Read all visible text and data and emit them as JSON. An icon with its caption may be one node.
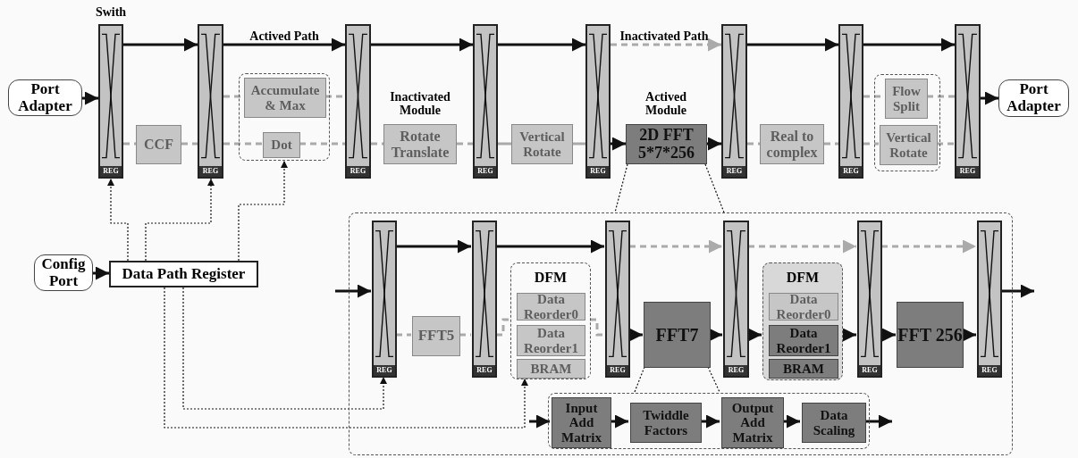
{
  "diagram": {
    "nodes": [
      {
        "text": [
          "Port Adapter"
        ]
      },
      {
        "text": [
          "REG"
        ],
        "beside": [
          "Swith"
        ]
      },
      {
        "text": [
          "CCF"
        ]
      },
      {
        "text": [
          "REG"
        ]
      },
      {
        "text": [],
        "shape": "box"
      },
      {
        "text": [
          "Accumulate & Max"
        ],
        "in": 4
      },
      {
        "text": [
          "Dot"
        ],
        "in": 4
      },
      {
        "text": [
          "REG"
        ]
      },
      {
        "text": [
          "Rotate Translate"
        ],
        "beside": [
          "Inactivated Module"
        ]
      },
      {
        "text": [
          "REG"
        ]
      },
      {
        "text": [
          "Vertical Rotate"
        ]
      },
      {
        "text": [
          "REG"
        ]
      },
      {
        "text": [
          "2D FFT 5*7*256"
        ],
        "beside": [
          "Actived Module"
        ]
      },
      {
        "text": [
          "REG"
        ]
      },
      {
        "text": [
          "Real to complex"
        ]
      },
      {
        "text": [
          "REG"
        ]
      },
      {
        "text": [],
        "shape": "box"
      },
      {
        "text": [
          "Flow Split"
        ],
        "in": 16
      },
      {
        "text": [
          "Vertical Rotate"
        ],
        "in": 16
      },
      {
        "text": [
          "REG"
        ]
      },
      {
        "text": [
          "Port Adapter"
        ]
      },
      {
        "text": [
          "Config Port"
        ]
      },
      {
        "text": [
          "Data Path Register"
        ]
      },
      {
        "text": [],
        "shape": "box"
      },
      {
        "text": [
          "REG"
        ],
        "in": 23
      },
      {
        "text": [
          "FFT5"
        ],
        "in": 23
      },
      {
        "text": [
          "REG"
        ],
        "in": 23
      },
      {
        "text": [
          "DFM"
        ],
        "in": 23
      },
      {
        "text": [
          "Data Reorder0"
        ],
        "in": 27
      },
      {
        "text": [
          "Data Reorder1"
        ],
        "in": 27
      },
      {
        "text": [
          "BRAM"
        ],
        "in": 27
      },
      {
        "text": [
          "REG"
        ],
        "in": 23
      },
      {
        "text": [
          "FFT7"
        ],
        "in": 23
      },
      {
        "text": [
          "REG"
        ],
        "in": 23
      },
      {
        "text": [
          "DFM"
        ],
        "in": 23
      },
      {
        "text": [
          "Data Reorder0"
        ],
        "in": 34
      },
      {
        "text": [
          "Data Reorder1"
        ],
        "in": 34
      },
      {
        "text": [
          "BRAM"
        ],
        "in": 34
      },
      {
        "text": [
          "REG"
        ],
        "in": 23
      },
      {
        "text": [
          "FFT 256"
        ],
        "in": 23
      },
      {
        "text": [
          "REG"
        ],
        "in": 23
      },
      {
        "text": [],
        "shape": "box",
        "in": 23
      },
      {
        "text": [
          "Input Add Matrix"
        ],
        "in": 41
      },
      {
        "text": [
          "Twiddle Factors"
        ],
        "in": 41
      },
      {
        "text": [
          "Output Add Matrix"
        ],
        "in": 41
      },
      {
        "text": [
          "Data Scaling"
        ],
        "in": 41
      }
    ],
    "edges": [
      {
        "from": 0,
        "to": 1,
        "arrow": "to"
      },
      {
        "from": 1,
        "to": 3,
        "arrow": "to"
      },
      {
        "from": 3,
        "to": 7,
        "arrow": "to",
        "label": "Actived Path"
      },
      {
        "from": 7,
        "to": 9,
        "arrow": "to"
      },
      {
        "from": 9,
        "to": 11,
        "arrow": "to"
      },
      {
        "from": 11,
        "to": 13,
        "arrow": "to",
        "label": "Inactivated Path",
        "style": "dashed",
        "color": "#aaaaaa"
      },
      {
        "from": 13,
        "to": 15,
        "arrow": "to"
      },
      {
        "from": 15,
        "to": 19,
        "arrow": "to"
      },
      {
        "from": 19,
        "to": 20,
        "arrow": "to"
      },
      {
        "from": 1,
        "to": 2,
        "arrow": "none",
        "style": "dashed",
        "color": "#aaaaaa"
      },
      {
        "from": 2,
        "to": 3,
        "arrow": "none",
        "style": "dashed",
        "color": "#aaaaaa"
      },
      {
        "from": 3,
        "to": 5,
        "arrow": "none",
        "style": "dashed",
        "color": "#aaaaaa"
      },
      {
        "from": 5,
        "to": 7,
        "arrow": "none",
        "style": "dashed",
        "color": "#aaaaaa"
      },
      {
        "from": 3,
        "to": 6,
        "arrow": "none",
        "style": "dashed",
        "color": "#aaaaaa"
      },
      {
        "from": 6,
        "to": 7,
        "arrow": "none",
        "style": "dashed",
        "color": "#aaaaaa"
      },
      {
        "from": 7,
        "to": 8,
        "arrow": "none",
        "style": "dashed",
        "color": "#aaaaaa"
      },
      {
        "from": 8,
        "to": 9,
        "arrow": "none",
        "style": "dashed",
        "color": "#aaaaaa"
      },
      {
        "from": 9,
        "to": 10,
        "arrow": "none",
        "color": "#aaaaaa"
      },
      {
        "from": 10,
        "to": 11,
        "arrow": "none",
        "color": "#aaaaaa"
      },
      {
        "from": 11,
        "to": 12,
        "arrow": "to"
      },
      {
        "from": 12,
        "to": 13,
        "arrow": "to"
      },
      {
        "from": 13,
        "to": 14,
        "arrow": "none",
        "style": "dashed",
        "color": "#aaaaaa"
      },
      {
        "from": 14,
        "to": 15,
        "arrow": "none",
        "style": "dashed",
        "color": "#aaaaaa"
      },
      {
        "from": 15,
        "to": 17,
        "arrow": "none",
        "style": "dashed",
        "color": "#aaaaaa"
      },
      {
        "from": 17,
        "to": 19,
        "arrow": "none",
        "style": "dashed",
        "color": "#aaaaaa"
      },
      {
        "from": 15,
        "to": 18,
        "arrow": "none",
        "style": "dashed",
        "color": "#aaaaaa"
      },
      {
        "from": 18,
        "to": 19,
        "arrow": "none",
        "style": "dashed",
        "color": "#aaaaaa"
      },
      {
        "from": 21,
        "to": 22,
        "arrow": "to"
      },
      {
        "from": 22,
        "to": 1,
        "arrow": "to",
        "style": "dashed"
      },
      {
        "from": 22,
        "to": 3,
        "arrow": "to",
        "style": "dashed"
      },
      {
        "from": 22,
        "to": 4,
        "arrow": "to",
        "style": "dashed"
      },
      {
        "from": 22,
        "to": 24,
        "arrow": "to",
        "style": "dashed"
      },
      {
        "from": 22,
        "to": 27,
        "arrow": "to",
        "style": "dashed"
      },
      {
        "from": null,
        "to": 24,
        "arrow": "to"
      },
      {
        "from": 24,
        "to": 26,
        "arrow": "to"
      },
      {
        "from": 26,
        "to": 31,
        "arrow": "to"
      },
      {
        "from": 31,
        "to": 33,
        "arrow": "to",
        "style": "dashed",
        "color": "#aaaaaa"
      },
      {
        "from": 33,
        "to": 38,
        "arrow": "to",
        "style": "dashed",
        "color": "#aaaaaa"
      },
      {
        "from": 38,
        "to": 40,
        "arrow": "to",
        "style": "dashed",
        "color": "#aaaaaa"
      },
      {
        "from": 40,
        "to": null,
        "arrow": "to"
      },
      {
        "from": 24,
        "to": 25,
        "arrow": "none",
        "style": "dashed",
        "color": "#aaaaaa"
      },
      {
        "from": 25,
        "to": 26,
        "arrow": "none",
        "style": "dashed",
        "color": "#aaaaaa"
      },
      {
        "from": 26,
        "to": 27,
        "arrow": "none",
        "style": "dashed",
        "color": "#aaaaaa"
      },
      {
        "from": 27,
        "to": 31,
        "arrow": "none",
        "style": "dashed",
        "color": "#aaaaaa"
      },
      {
        "from": 31,
        "to": 32,
        "arrow": "to"
      },
      {
        "from": 32,
        "to": 33,
        "arrow": "to"
      },
      {
        "from": 33,
        "to": 34,
        "arrow": "to"
      },
      {
        "from": 34,
        "to": 38,
        "arrow": "to"
      },
      {
        "from": 38,
        "to": 39,
        "arrow": "to"
      },
      {
        "from": 39,
        "to": 40,
        "arrow": "to"
      },
      {
        "from": null,
        "to": 42,
        "arrow": "to"
      },
      {
        "from": 42,
        "to": 43,
        "arrow": "to"
      },
      {
        "from": 43,
        "to": 44,
        "arrow": "to"
      },
      {
        "from": 44,
        "to": 45,
        "arrow": "to"
      },
      {
        "from": 45,
        "to": null,
        "arrow": "to"
      },
      {
        "from": 12,
        "to": 23,
        "arrow": "none",
        "style": "dashed"
      },
      {
        "from": 12,
        "to": 23,
        "arrow": "none",
        "style": "dashed"
      },
      {
        "from": 32,
        "to": 41,
        "arrow": "none",
        "style": "dashed"
      },
      {
        "from": 32,
        "to": 41,
        "arrow": "none",
        "style": "dashed"
      }
    ]
  }
}
